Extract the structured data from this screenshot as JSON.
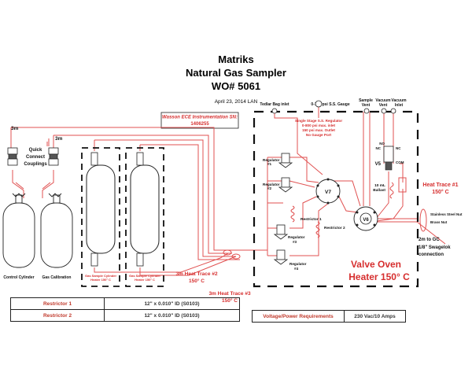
{
  "header": {
    "company": "Matriks",
    "product": "Natural Gas Sampler",
    "work_order": "WO# 5061",
    "date_line": "April 23, 2014  LAN"
  },
  "serial_box": {
    "line1": "Wasson ECE Instrumentation SN:",
    "line2": "1406255"
  },
  "labels": {
    "len_3m_a": "3m",
    "len_3m_b": "3m",
    "quick_connect": [
      "Quick",
      "Connect",
      "Couplings"
    ],
    "control_cylinder": "Control Cylinder",
    "gas_calibration": "Gas Calibration",
    "gas_sample_a": [
      "Gas Sample Cylinder",
      "Heater 150° C"
    ],
    "gas_sample_b": [
      "Gas Sample Cylinder",
      "Heater 150° C"
    ],
    "tedlar_bag": "Tedlar Bag inlet",
    "gauge": "0-100 psi S.S. Gauge",
    "sample_vent": [
      "Sample",
      "Vent"
    ],
    "vacuum_vent": [
      "Vacuum",
      "Vent"
    ],
    "vacuum_inlet": [
      "Vacuum",
      "Inlet"
    ],
    "regulator_note": [
      "Single Stage S.S. Regulator",
      "0-800 psi max. inlet",
      "150 psi max. Outlet",
      "No Gauge Port"
    ],
    "regulator_1": [
      "Regulator",
      "#1"
    ],
    "regulator_2": [
      "Regulator",
      "#2"
    ],
    "regulator_3": [
      "Regulator",
      "#3"
    ],
    "regulator_4": [
      "Regulator",
      "#4"
    ],
    "v7": "V7",
    "v6": "V6",
    "v5": "V5",
    "no": "NO",
    "nc": "NC",
    "com": "COM",
    "restrictor_1": "Restrictor 1",
    "restrictor_2": "Restrictor 2",
    "ballast": [
      "10 mL",
      "Ballast"
    ],
    "heat_trace_1": [
      "Heat Trace #1",
      "150° C"
    ],
    "heat_trace_2": [
      "3m Heat Trace #2",
      "150° C"
    ],
    "heat_trace_3": [
      "3m Heat Trace #3",
      "150° C"
    ],
    "stainless_nut": "Stainless Steel Nut",
    "brass_nut": "Brass Nut",
    "to_gc": [
      "2m to GC",
      "1/8\" Swagelok",
      "connection"
    ],
    "valve_oven": [
      "Valve Oven",
      "Heater 150° C"
    ]
  },
  "restrictor_table": [
    {
      "label": "Restrictor 1",
      "value": "12\" x 0.010\" ID (S0103)"
    },
    {
      "label": "Restrictor 2",
      "value": "12\" x 0.010\" ID (S0103)"
    }
  ],
  "power_table": {
    "label": "Voltage/Power Requirements",
    "value": "230 Vac/10 Amps"
  },
  "colors": {
    "line_red": "#e05050",
    "text_red": "#d62e2e",
    "ink": "#111111"
  }
}
